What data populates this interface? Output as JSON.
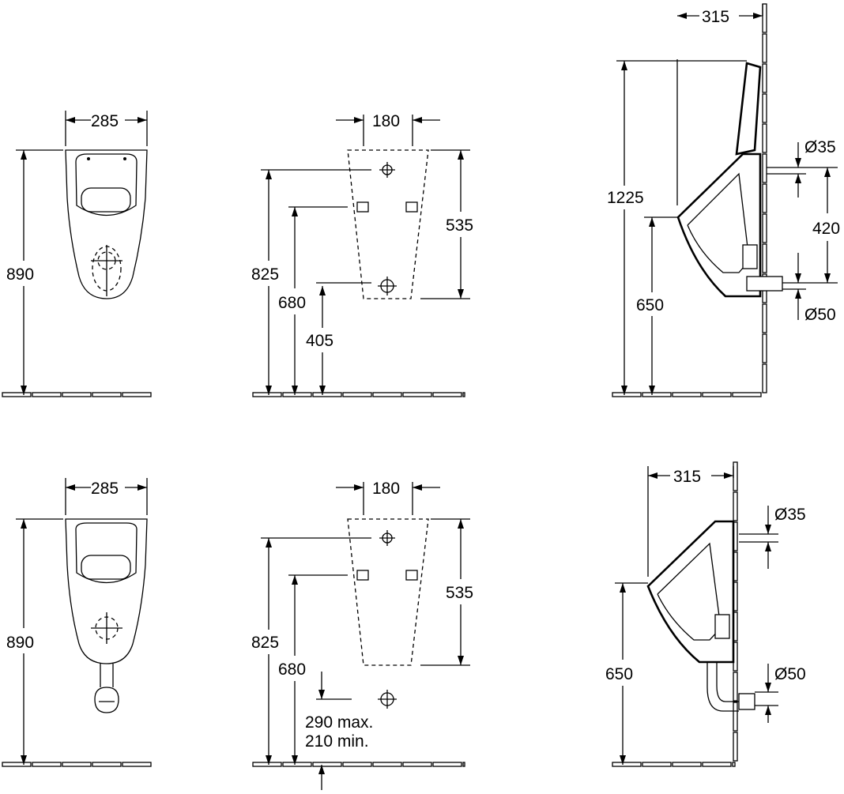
{
  "top_row": {
    "front_view": {
      "width": "285",
      "height": "890"
    },
    "installation_view": {
      "width": "180",
      "height_a": "535",
      "height_b": "825",
      "height_c": "680",
      "height_d": "405"
    },
    "side_view": {
      "depth": "315",
      "total_height": "1225",
      "rim_height": "650",
      "inlet": "Ø35",
      "inlet_outlet_distance": "420",
      "outlet": "Ø50"
    }
  },
  "bottom_row": {
    "front_view": {
      "width": "285",
      "height": "890"
    },
    "installation_view": {
      "width": "180",
      "height_a": "535",
      "height_b": "825",
      "height_c": "680",
      "outlet_max": "290 max.",
      "outlet_min": "210 min."
    },
    "side_view": {
      "depth": "315",
      "rim_height": "650",
      "inlet": "Ø35",
      "outlet": "Ø50"
    }
  },
  "colors": {
    "line": "#000000",
    "background": "#ffffff"
  }
}
